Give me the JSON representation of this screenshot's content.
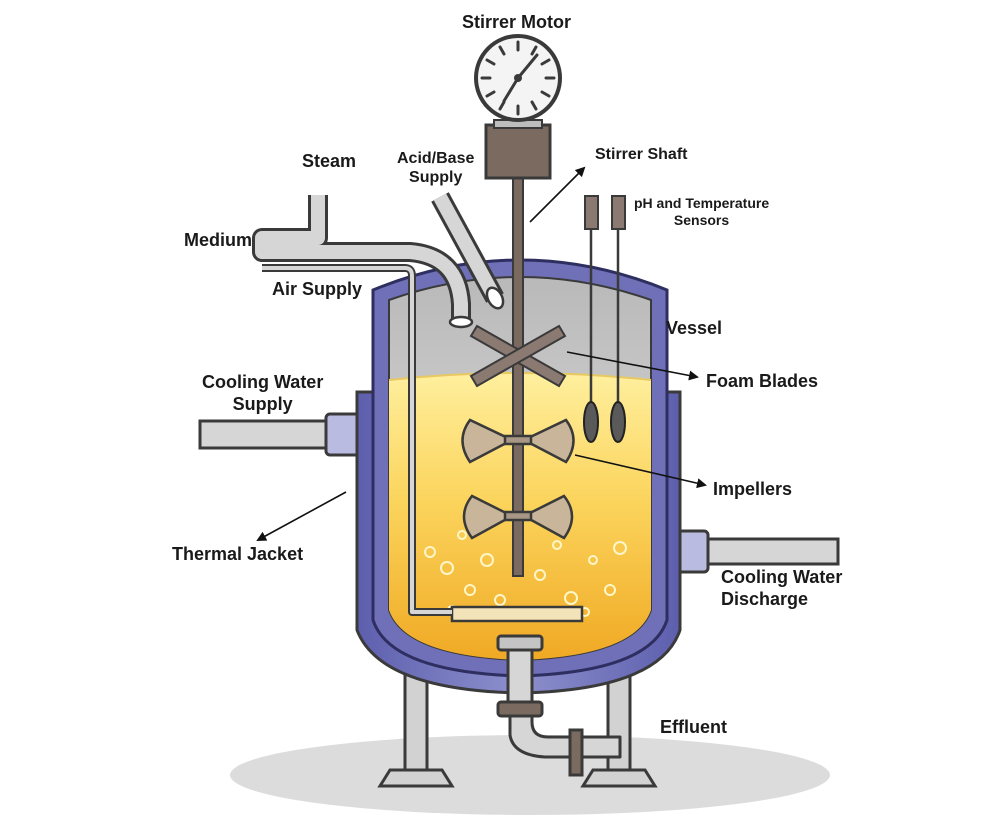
{
  "labels": {
    "stirrer_motor": "Stirrer Motor",
    "steam": "Steam",
    "acid_base_1": "Acid/Base",
    "acid_base_2": "Supply",
    "stirrer_shaft": "Stirrer Shaft",
    "ph_sensors_1": "pH and Temperature",
    "ph_sensors_2": "Sensors",
    "medium": "Medium",
    "air_supply": "Air Supply",
    "vessel": "Vessel",
    "cooling_water_supply_1": "Cooling Water",
    "cooling_water_supply_2": "Supply",
    "foam_blades": "Foam Blades",
    "impellers": "Impellers",
    "thermal_jacket": "Thermal Jacket",
    "cooling_water_discharge_1": "Cooling Water",
    "cooling_water_discharge_2": "Discharge",
    "effluent": "Effluent"
  },
  "colors": {
    "jacket": "#6f70b8",
    "jacket_light": "#b9bce0",
    "broth_top": "#ffe98a",
    "broth_bottom": "#f4b52e",
    "headspace": "#cfcfcf",
    "pipe_fill": "#d6d6d6",
    "outline": "#3a3a3a",
    "shaft": "#7a6a60",
    "blade": "#c8b59a",
    "floor": "#dedede"
  }
}
